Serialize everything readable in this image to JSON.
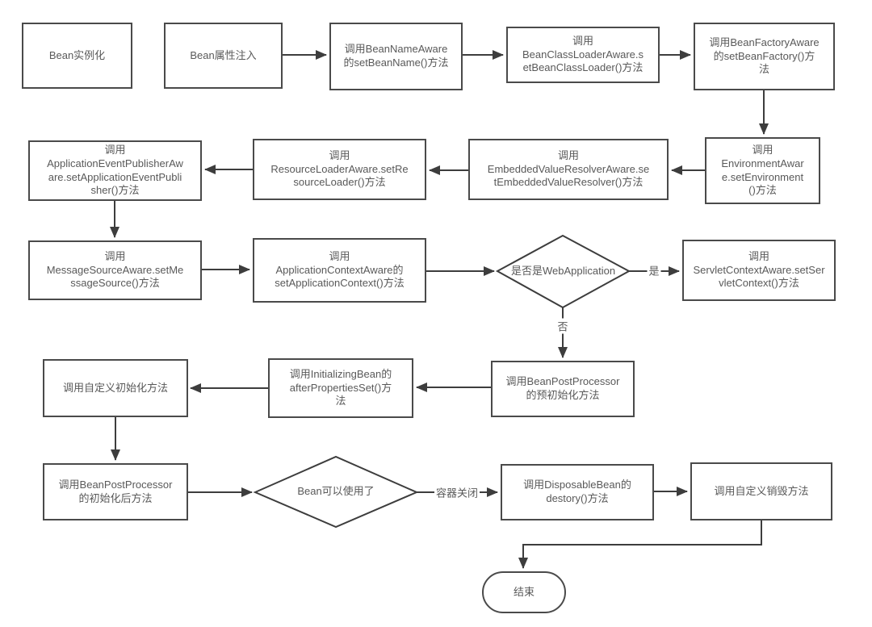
{
  "diagram": {
    "nodes": {
      "bean_instantiation": {
        "label": "Bean实例化",
        "shape": "process"
      },
      "property_injection": {
        "label": "Bean属性注入",
        "shape": "process"
      },
      "set_bean_name": {
        "label": "调用BeanNameAware\n的setBeanName()方法",
        "shape": "process"
      },
      "set_bean_class_loader": {
        "label": "调用\nBeanClassLoaderAware.s\netBeanClassLoader()方法",
        "shape": "process"
      },
      "set_bean_factory": {
        "label": "调用BeanFactoryAware\n的setBeanFactory()方\n法",
        "shape": "process"
      },
      "set_environment": {
        "label": "调用\nEnvironmentAwar\ne.setEnvironment\n()方法",
        "shape": "process"
      },
      "set_embedded_value_resolver": {
        "label": "调用\nEmbeddedValueResolverAware.se\ntEmbeddedValueResolver()方法",
        "shape": "process"
      },
      "set_resource_loader": {
        "label": "调用\nResourceLoaderAware.setRe\nsourceLoader()方法",
        "shape": "process"
      },
      "set_application_event_publisher": {
        "label": "调用\nApplicationEventPublisherAw\nare.setApplicationEventPubli\nsher()方法",
        "shape": "process"
      },
      "set_message_source": {
        "label": "调用\nMessageSourceAware.setMe\nssageSource()方法",
        "shape": "process"
      },
      "set_application_context": {
        "label": "调用\nApplicationContextAware的\nsetApplicationContext()方法",
        "shape": "process"
      },
      "is_web_application": {
        "label": "是否是WebApplication",
        "shape": "decision"
      },
      "set_servlet_context": {
        "label": "调用\nServletContextAware.setSer\nvletContext()方法",
        "shape": "process"
      },
      "pre_initialization": {
        "label": "调用BeanPostProcessor\n的预初始化方法",
        "shape": "process"
      },
      "after_properties_set": {
        "label": "调用InitializingBean的\nafterPropertiesSet()方\n法",
        "shape": "process"
      },
      "custom_init": {
        "label": "调用自定义初始化方法",
        "shape": "process"
      },
      "post_initialization": {
        "label": "调用BeanPostProcessor\n的初始化后方法",
        "shape": "process"
      },
      "bean_ready": {
        "label": "Bean可以使用了",
        "shape": "decision"
      },
      "destroy": {
        "label": "调用DisposableBean的\ndestory()方法",
        "shape": "process"
      },
      "custom_destroy": {
        "label": "调用自定义销毁方法",
        "shape": "process"
      },
      "end": {
        "label": "结束",
        "shape": "terminator"
      }
    },
    "edge_labels": {
      "yes": "是",
      "no": "否",
      "container_close": "容器关闭"
    },
    "colors": {
      "border": "#4a4a4a",
      "line": "#3d3d3d",
      "text": "#595959",
      "background": "#ffffff"
    }
  }
}
